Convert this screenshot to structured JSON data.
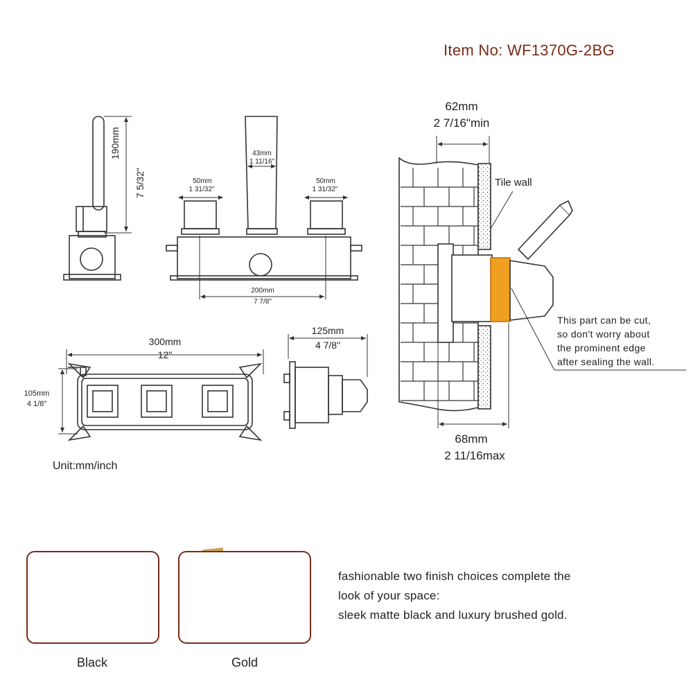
{
  "item_no": "Item No: WF1370G-2BG",
  "side_view": {
    "height_mm": "190mm",
    "height_in": "7 5/32\""
  },
  "front_view": {
    "left_handle_mm": "50mm",
    "left_handle_in": "1 31/32\"",
    "spout_mm": "43mm",
    "spout_in": "1 11/16\"",
    "right_handle_mm": "50mm",
    "right_handle_in": "1 31/32\"",
    "spacing_mm": "200mm",
    "spacing_in": "7 7/8\""
  },
  "plate_view": {
    "width_mm": "300mm",
    "width_in": "12\"",
    "height_mm": "105mm",
    "height_in": "4 1/8\""
  },
  "body_view": {
    "depth_mm": "125mm",
    "depth_in": "4 7/8\""
  },
  "wall_view": {
    "min_mm": "62mm",
    "min_in": "2 7/16\"min",
    "max_mm": "68mm",
    "max_in": "2 11/16max",
    "tile_label": "Tile wall",
    "note_lines": [
      "This part can be cut,",
      "so don't worry about",
      "the prominent edge",
      "after sealing the wall."
    ]
  },
  "unit_label": "Unit:mm/inch",
  "finishes": [
    {
      "label": "Black",
      "color": "#141414"
    },
    {
      "label": "Gold",
      "color": "#c9a35a"
    }
  ],
  "description_lines": [
    "fashionable two finish choices complete the",
    "look of your space:",
    "sleek matte black and luxury brushed gold."
  ],
  "colors": {
    "accent": "#7a2a18",
    "thread": "#f0a020",
    "line": "#333333"
  }
}
